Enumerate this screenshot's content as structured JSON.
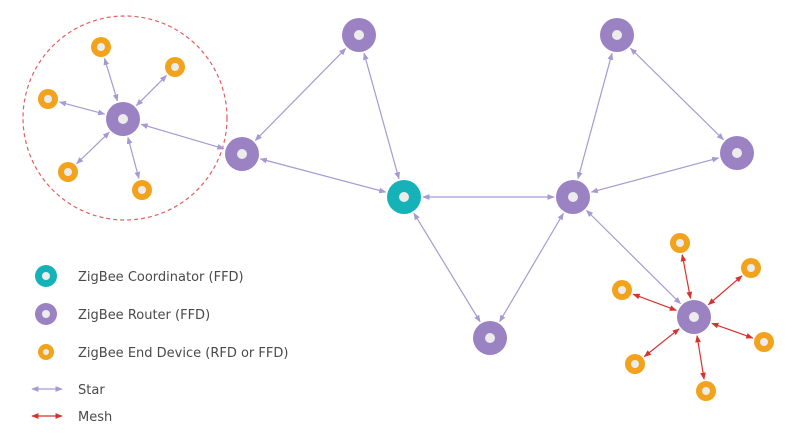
{
  "colors": {
    "coordinator": "#15b3b8",
    "router": "#9b82c3",
    "end_device": "#f3a31b",
    "star_link": "#a79ad2",
    "mesh_link": "#d8322e",
    "cluster_outline": "#e06060",
    "node_center": "#ececec"
  },
  "legend": {
    "coordinator": "ZigBee Coordinator (FFD)",
    "router": "ZigBee Router (FFD)",
    "end_device": "ZigBee End Device (RFD or FFD)",
    "star": "Star",
    "mesh": "Mesh"
  }
}
